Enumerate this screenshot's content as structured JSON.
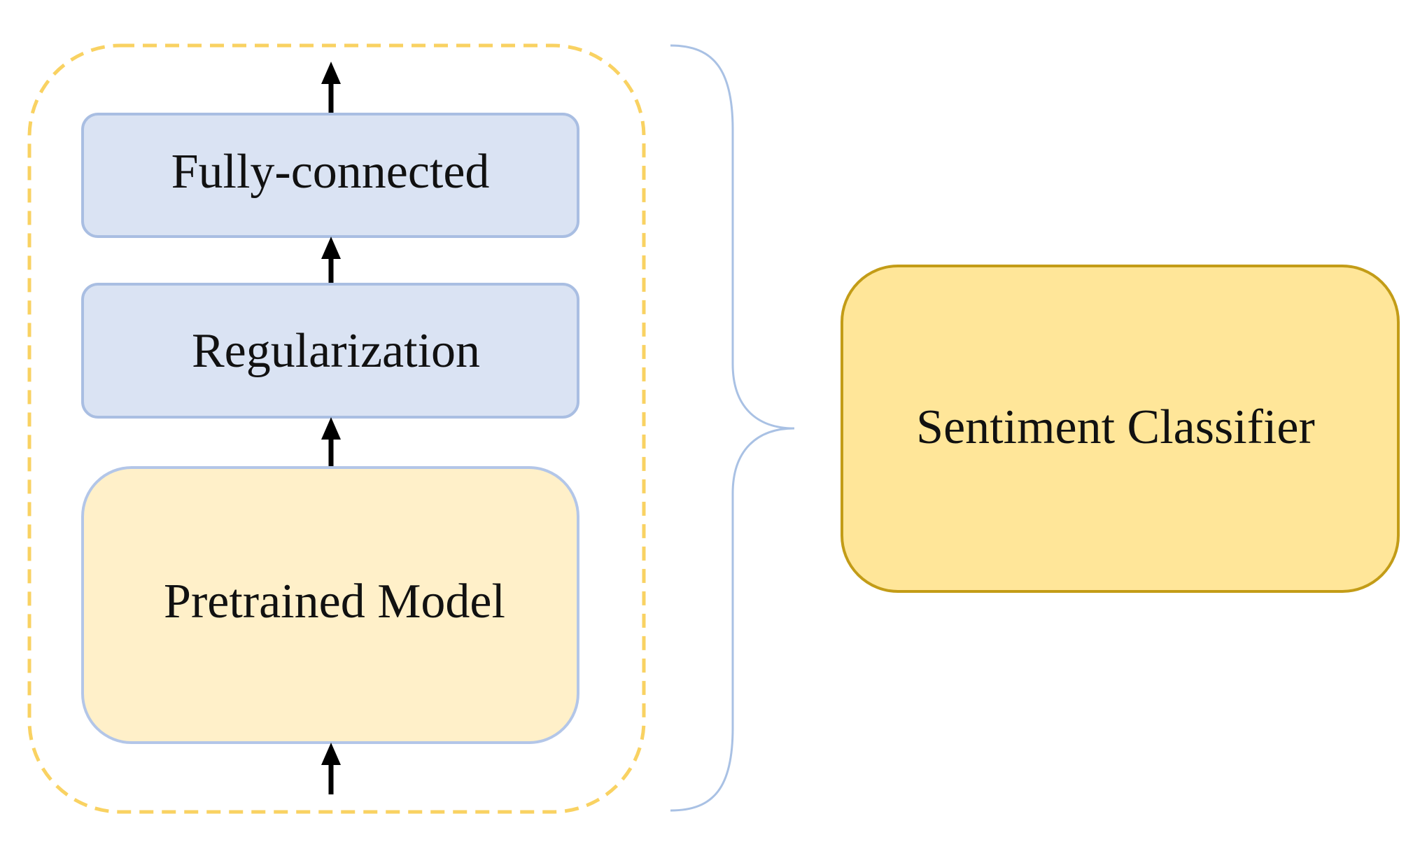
{
  "diagram": {
    "blocks": {
      "fully_connected": "Fully-connected",
      "regularization": "Regularization",
      "pretrained_model": "Pretrained Model"
    },
    "summary_block": "Sentiment Classifier"
  },
  "colors": {
    "container_border": "#F9D262",
    "blue_box_fill": "#DAE3F3",
    "blue_box_stroke": "#A9BEE2",
    "pretrained_fill": "#FFF0C9",
    "pretrained_stroke": "#B3C6E8",
    "classifier_fill": "#FFE699",
    "classifier_stroke": "#C39C17",
    "brace": "#A9C1E4",
    "arrow": "#000000"
  }
}
